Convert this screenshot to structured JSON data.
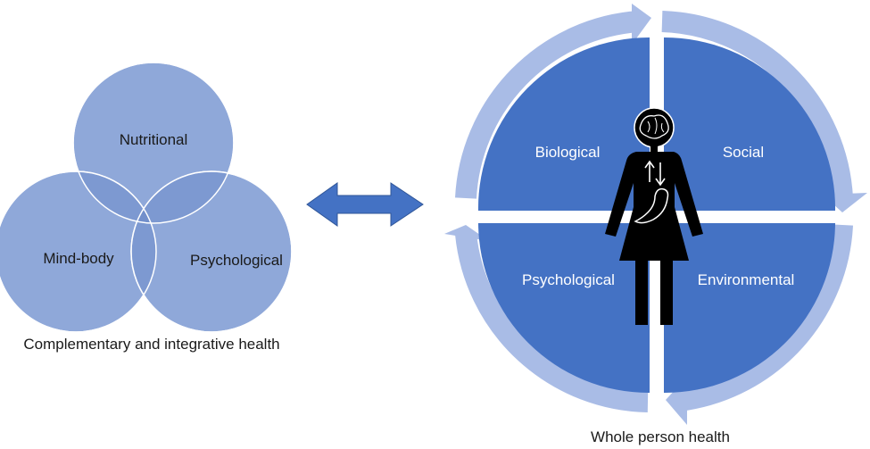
{
  "left_diagram": {
    "caption": "Complementary and integrative health",
    "circles": {
      "top": "Nutritional",
      "left": "Mind-body",
      "right": "Psychological"
    }
  },
  "connector": {
    "type": "double-headed-arrow"
  },
  "right_diagram": {
    "caption": "Whole person health",
    "quadrants": {
      "top_left": "Biological",
      "top_right": "Social",
      "bottom_left": "Psychological",
      "bottom_right": "Environmental"
    },
    "center_figure": "person-silhouette-with-brain-and-stomach"
  },
  "colors": {
    "venn_fill": "#8FA8D9",
    "venn_overlap": "#6F8CCB",
    "quadrant_fill": "#4472C4",
    "ring_arrow": "#A9BCE6",
    "double_arrow": "#4472C4",
    "figure": "#000000",
    "text_dark": "#1a1a1a",
    "text_light": "#ffffff"
  }
}
